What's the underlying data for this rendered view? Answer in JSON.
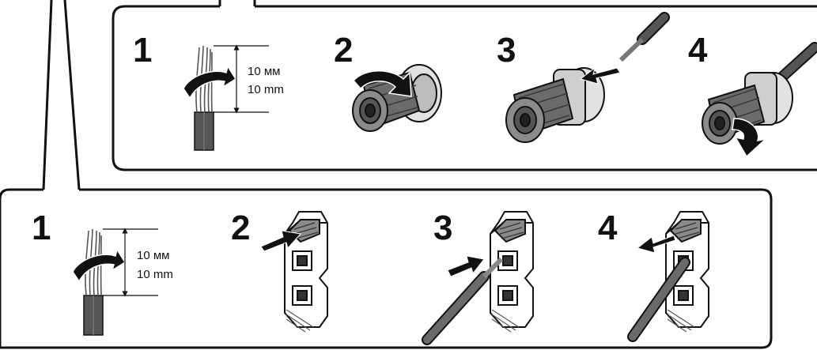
{
  "top_panel": {
    "steps": [
      {
        "number": "1"
      },
      {
        "number": "2"
      },
      {
        "number": "3"
      },
      {
        "number": "4"
      }
    ],
    "measure_label_ru": "10 мм",
    "measure_label_en": "10 mm"
  },
  "bottom_panel": {
    "steps": [
      {
        "number": "1"
      },
      {
        "number": "2"
      },
      {
        "number": "3"
      },
      {
        "number": "4"
      }
    ],
    "measure_label_ru": "10 мм",
    "measure_label_en": "10 mm"
  },
  "colors": {
    "line": "#111111",
    "dark_fill": "#4a4a4a",
    "mid_fill": "#8a8a8a",
    "light_fill": "#d4d4d4",
    "background": "#ffffff"
  }
}
